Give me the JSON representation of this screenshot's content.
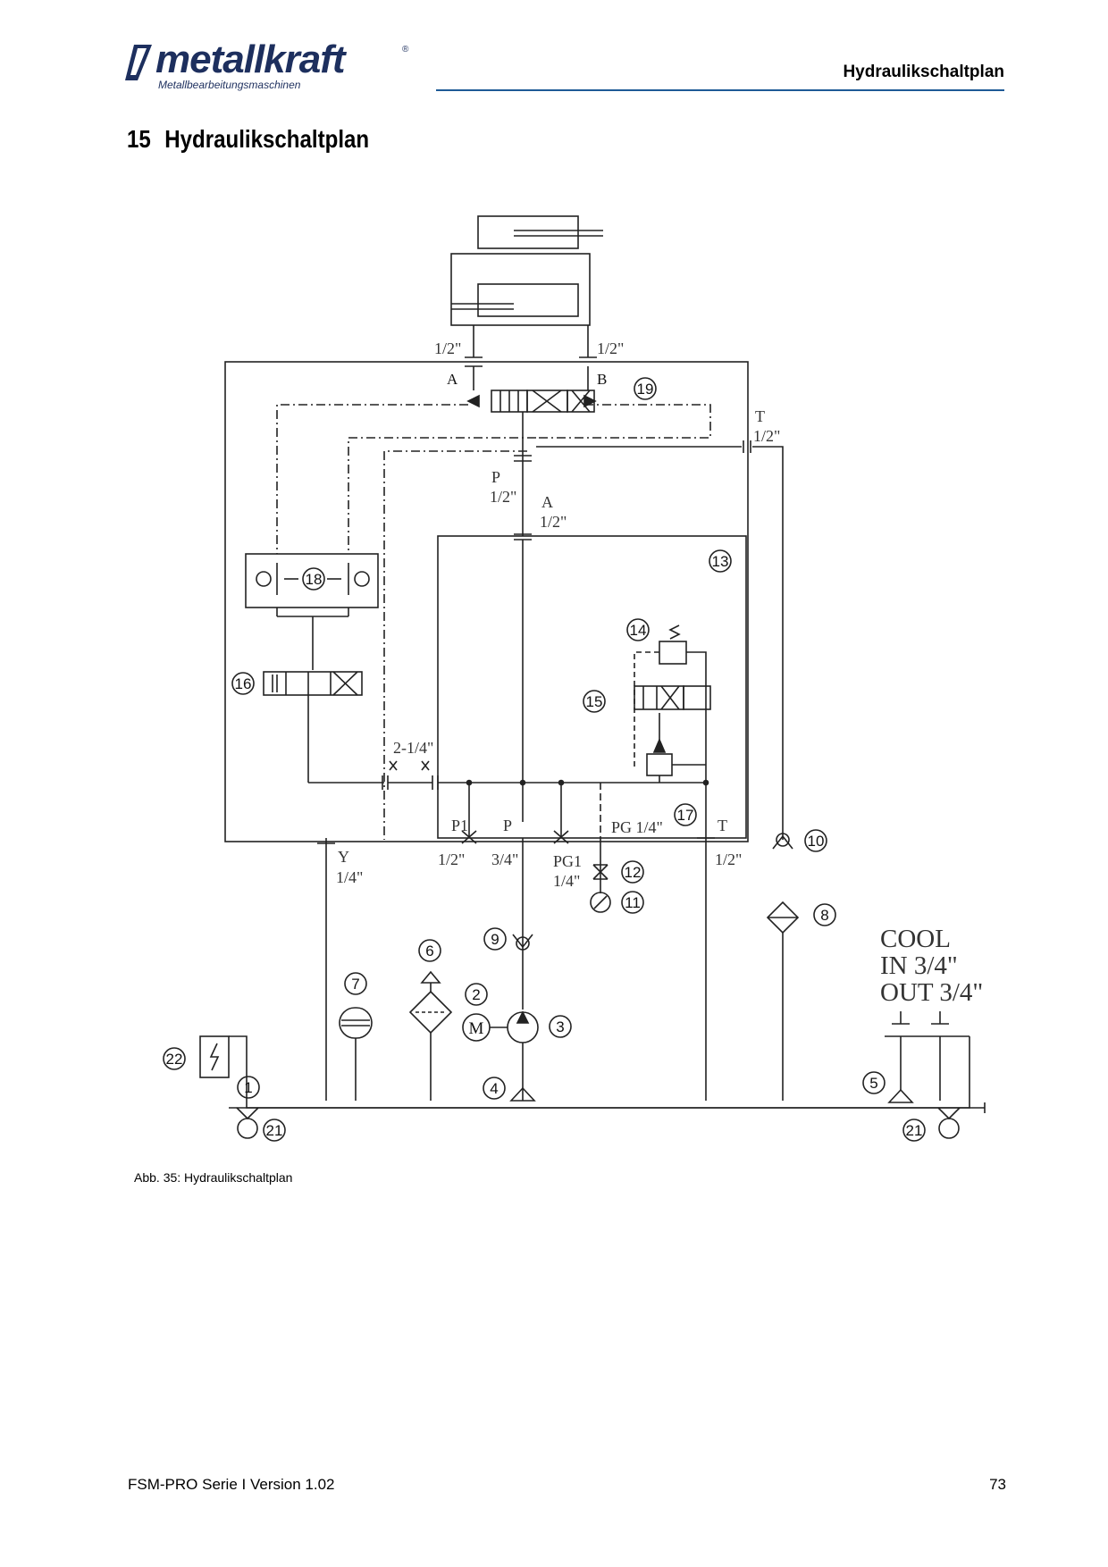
{
  "header": {
    "logo_word": "metallkraft",
    "logo_sub": "Metallbearbeitungsmaschinen",
    "logo_reg": "®",
    "title": "Hydraulikschaltplan"
  },
  "section": {
    "number": "15",
    "title": "Hydraulikschaltplan"
  },
  "diagram": {
    "port_labels": {
      "cyl_a_size": "1/2\"",
      "cyl_b_size": "1/2\"",
      "port_a": "A",
      "port_b": "B",
      "port_t": "T",
      "port_t_size": "1/2\"",
      "port_p": "P",
      "port_p_size": "1/2\"",
      "port_a2": "A",
      "port_a2_size": "1/2\"",
      "size_2_14": "2-1/4\"",
      "p1": "P1",
      "p": "P",
      "pg_14": "PG 1/4\"",
      "t": "T",
      "size_12a": "1/2\"",
      "size_34": "3/4\"",
      "pg1": "PG1",
      "pg1_size": "1/4\"",
      "size_12b": "1/2\"",
      "y": "Y",
      "y_size": "1/4\"",
      "motor": "M"
    },
    "cool": {
      "line1": "COOL",
      "line2": "IN 3/4\"",
      "line3": "OUT 3/4\""
    },
    "components": [
      "1",
      "2",
      "3",
      "4",
      "5",
      "6",
      "7",
      "8",
      "9",
      "10",
      "11",
      "12",
      "13",
      "14",
      "15",
      "16",
      "17",
      "18",
      "19",
      "21",
      "21",
      "22"
    ]
  },
  "caption": "Abb. 35: Hydraulikschaltplan",
  "footer": {
    "left": "FSM-PRO Serie I Version 1.02",
    "right": "73"
  }
}
